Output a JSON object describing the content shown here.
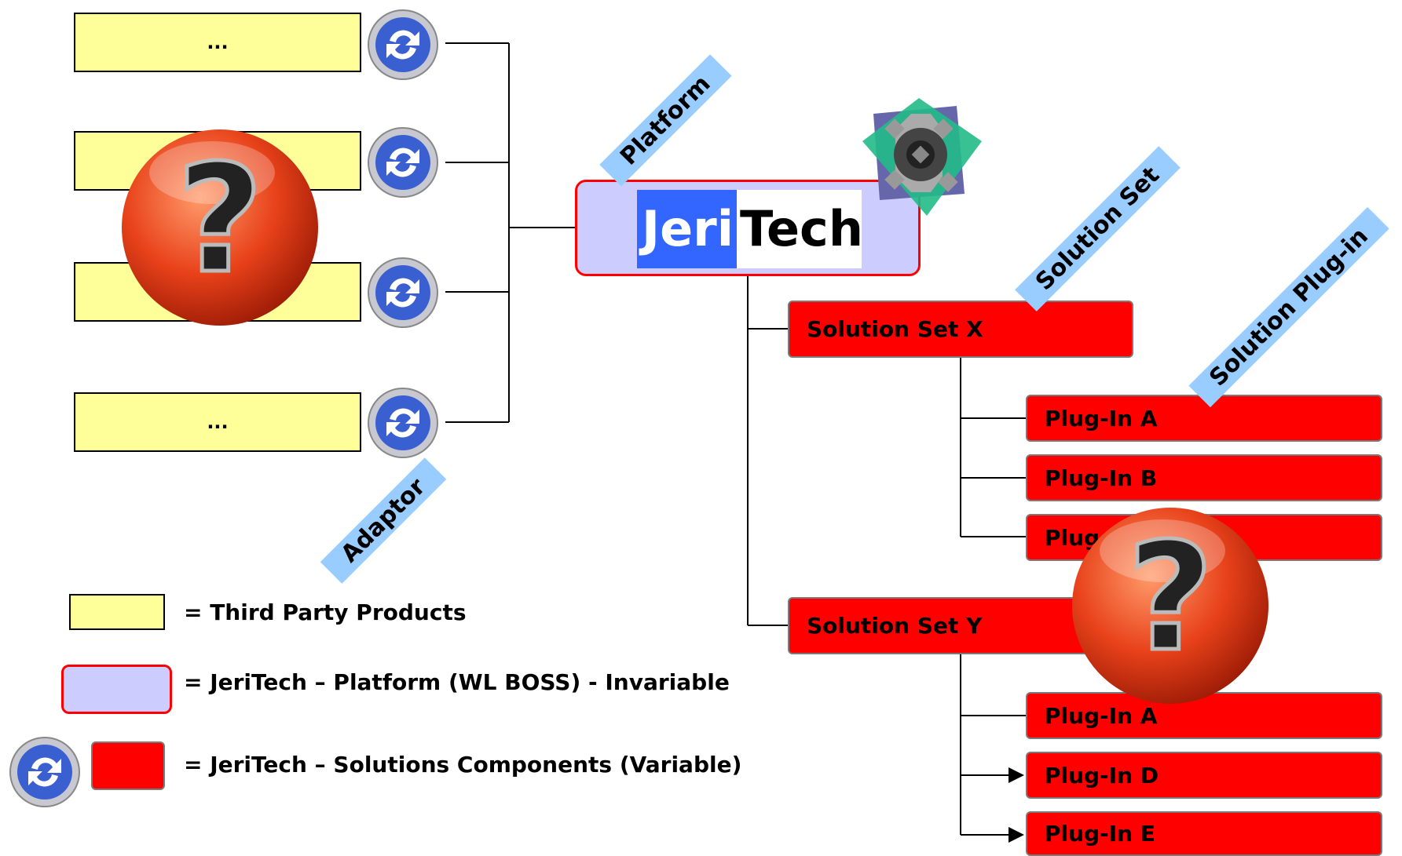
{
  "third_party": {
    "box1": "...",
    "box2": "",
    "box3": "",
    "box4": "..."
  },
  "platform": {
    "logo_left": "Jeri",
    "logo_right": "Tech"
  },
  "solution_sets": [
    {
      "label": "Solution Set X",
      "plugins": [
        "Plug-In A",
        "Plug-In B",
        "Plug"
      ]
    },
    {
      "label": "Solution Set Y",
      "plugins": [
        "Plug-In A",
        "Plug-In D",
        "Plug-In E"
      ]
    }
  ],
  "tags": {
    "platform": "Platform",
    "solution_set": "Solution Set",
    "solution_plugin": "Solution Plug-in",
    "adaptor": "Adaptor"
  },
  "legend": {
    "third_party": "= Third Party Products",
    "platform": "= JeriTech – Platform (WL BOSS) - Invariable",
    "solutions": "= JeriTech – Solutions Components (Variable)"
  },
  "icons": {
    "adaptor": "refresh-arrows-icon",
    "unknown": "question-mark-icon",
    "gear": "gear-icon"
  },
  "colors": {
    "third_party": "#ffff99",
    "platform_fill": "#ccccff",
    "platform_border": "#ff0000",
    "solution": "#ff0000",
    "tag": "#99ccff",
    "logo_blue": "#3366ff"
  }
}
